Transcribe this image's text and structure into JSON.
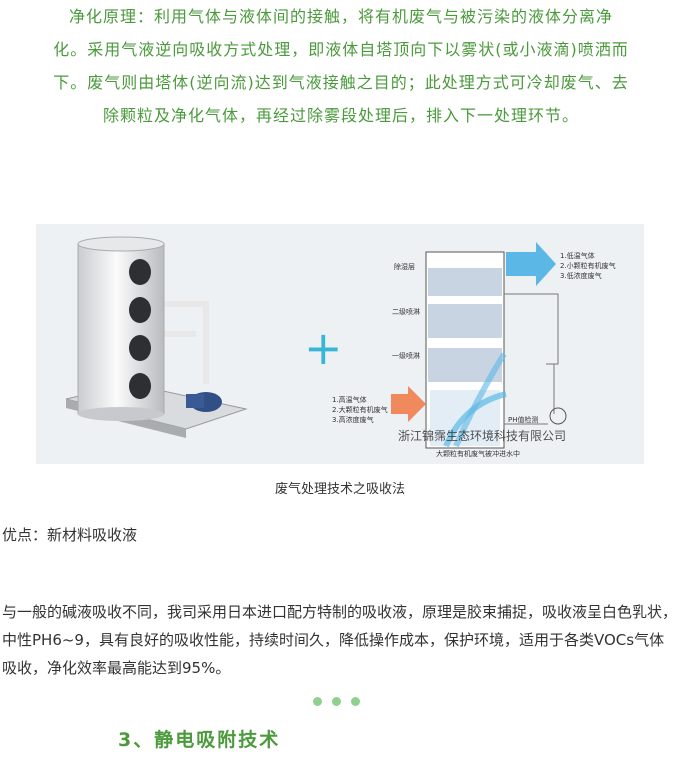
{
  "intro": {
    "line1": "净化原理：利用气体与液体间的接触，将有机废气与被污染的液体分离净",
    "line2": "化。采用气液逆向吸收方式处理，即液体自塔顶向下以雾状(或小液滴)喷洒而",
    "line3": "下。废气则由塔体(逆向流)达到气液接触之目的；此处理方式可冷却废气、去",
    "line4": "除颗粒及净化气体，再经过除雾段处理后，排入下一处理环节。"
  },
  "figure": {
    "plus": "+",
    "layer_demist": "除湿层",
    "layer_spray2": "二级喷淋",
    "layer_spray1": "一级喷淋",
    "out_1": "1.低温气体",
    "out_2": "2.小颗粒有机废气",
    "out_3": "3.低浓度废气",
    "in_1": "1.高温气体",
    "in_2": "2.大颗粒有机废气",
    "in_3": "3.高浓度废气",
    "ph": "PH值检测",
    "drain": "大颗粒有机废气被冲进水中",
    "watermark": "浙江锦霈生态环境科技有限公司"
  },
  "caption": "废气处理技术之吸收法",
  "advantage": "优点：新材料吸收液",
  "description": "与一般的碱液吸收不同，我司采用日本进口配方特制的吸收液，原理是胶束捕捉，吸收液呈白色乳状，中性PH6~9，具有良好的吸收性能，持续时间久，降低操作成本，保护环境，适用于各类VOCs气体吸收，净化效率最高能达到95%。",
  "section_title": "3、静电吸附技术",
  "colors": {
    "accent": "#4b9a3c",
    "dots": "#8fd08f",
    "arrow": "#5bb8e6"
  }
}
